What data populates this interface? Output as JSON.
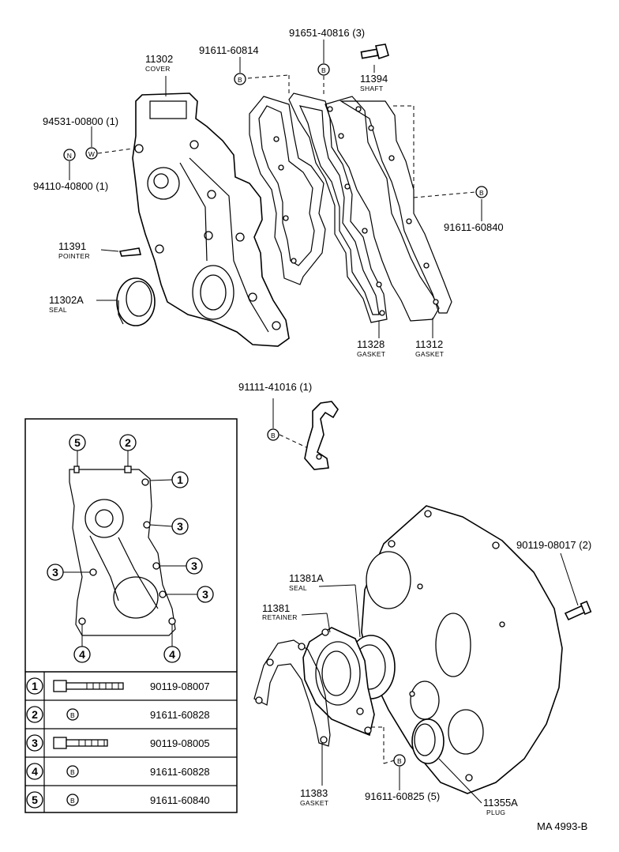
{
  "diagram_code": "MA 4993-B",
  "top_parts": {
    "cover": {
      "number": "11302",
      "name": "COVER"
    },
    "bolt_a": {
      "number": "91611-60814",
      "symbol": "B"
    },
    "bolt_b": {
      "number": "91651-40816 (3)",
      "symbol": "B"
    },
    "shaft": {
      "number": "11394",
      "name": "SHAFT"
    },
    "washer": {
      "number": "94531-00800 (1)",
      "symbol": "W"
    },
    "nut": {
      "number": "94110-40800 (1)",
      "symbol": "N"
    },
    "bolt_c": {
      "number": "91611-60840",
      "symbol": "B"
    },
    "pointer": {
      "number": "11391",
      "name": "POINTER"
    },
    "seal": {
      "number": "11302A",
      "name": "SEAL"
    },
    "gasket_a": {
      "number": "11328",
      "name": "GASKET"
    },
    "gasket_b": {
      "number": "11312",
      "name": "GASKET"
    }
  },
  "hook": {
    "number": "91111-41016 (1)",
    "symbol": "B"
  },
  "bottom_parts": {
    "bolt_plate": {
      "number": "90119-08017 (2)"
    },
    "seal": {
      "number": "11381A",
      "name": "SEAL"
    },
    "retainer": {
      "number": "11381",
      "name": "RETAINER"
    },
    "gasket": {
      "number": "11383",
      "name": "GASKET"
    },
    "bolt": {
      "number": "91611-60825 (5)",
      "symbol": "B"
    },
    "plug": {
      "number": "11355A",
      "name": "PLUG"
    }
  },
  "inset_markers": {
    "m1": "1",
    "m2": "2",
    "m3": "3",
    "m4": "4",
    "m5": "5"
  },
  "legend": [
    {
      "index": "1",
      "part": "90119-08007",
      "symbol": ""
    },
    {
      "index": "2",
      "part": "91611-60828",
      "symbol": "B"
    },
    {
      "index": "3",
      "part": "90119-08005",
      "symbol": ""
    },
    {
      "index": "4",
      "part": "91611-60828",
      "symbol": "B"
    },
    {
      "index": "5",
      "part": "91611-60840",
      "symbol": "B"
    }
  ]
}
